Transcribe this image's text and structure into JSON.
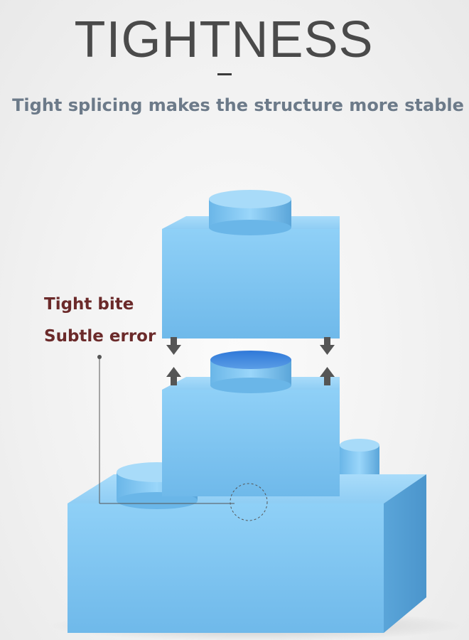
{
  "header": {
    "title": "TIGHTNESS",
    "subtitle": "Tight splicing makes the structure more stable"
  },
  "callouts": {
    "label_1": "Tight bite",
    "label_2": "Subtle error"
  },
  "colors": {
    "brick_blue": "#7cc4ef",
    "label_color": "#6b2a2a",
    "subtitle_color": "#6c7a89"
  }
}
